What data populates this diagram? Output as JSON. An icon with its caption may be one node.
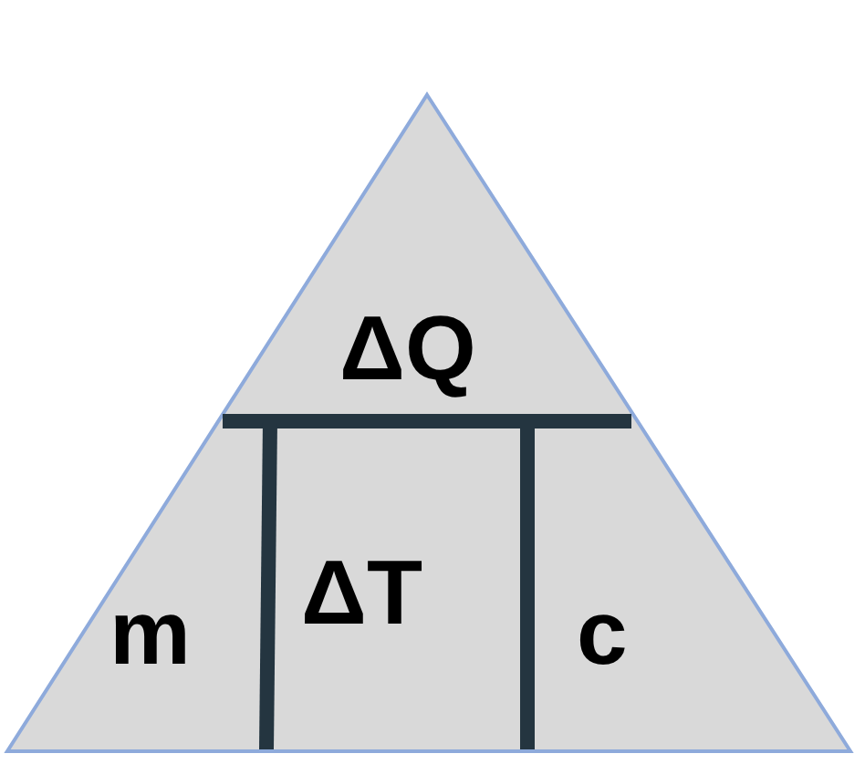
{
  "diagram": {
    "nodes": [
      {
        "text": [
          "ΔQ",
          "m",
          "ΔT",
          "c"
        ]
      }
    ]
  }
}
